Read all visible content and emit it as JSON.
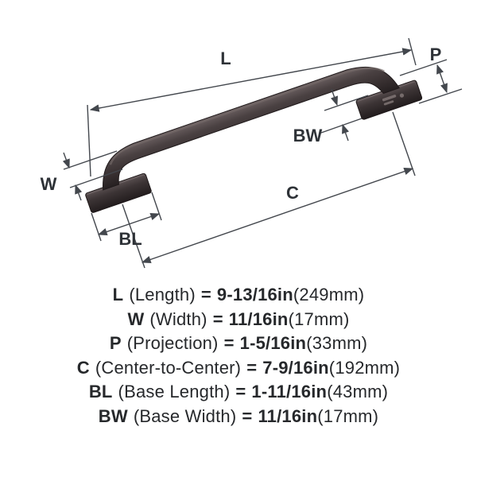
{
  "diagram": {
    "labels": {
      "L": "L",
      "P": "P",
      "BW": "BW",
      "W": "W",
      "C": "C",
      "BL": "BL"
    },
    "handle_color": "#3a3234",
    "line_color": "#43474d"
  },
  "specs": {
    "eq": "=",
    "rows": [
      {
        "abbr": "L",
        "name": "(Length)",
        "inch": "9-13/16in",
        "mm": "(249mm)"
      },
      {
        "abbr": "W",
        "name": "(Width)",
        "inch": "11/16in",
        "mm": "(17mm)"
      },
      {
        "abbr": "P",
        "name": "(Projection)",
        "inch": "1-5/16in",
        "mm": "(33mm)"
      },
      {
        "abbr": "C",
        "name": "(Center-to-Center)",
        "inch": "7-9/16in",
        "mm": "(192mm)"
      },
      {
        "abbr": "BL",
        "name": "(Base Length)",
        "inch": "1-11/16in",
        "mm": "(43mm)"
      },
      {
        "abbr": "BW",
        "name": "(Base Width)",
        "inch": "11/16in",
        "mm": "(17mm)"
      }
    ]
  }
}
